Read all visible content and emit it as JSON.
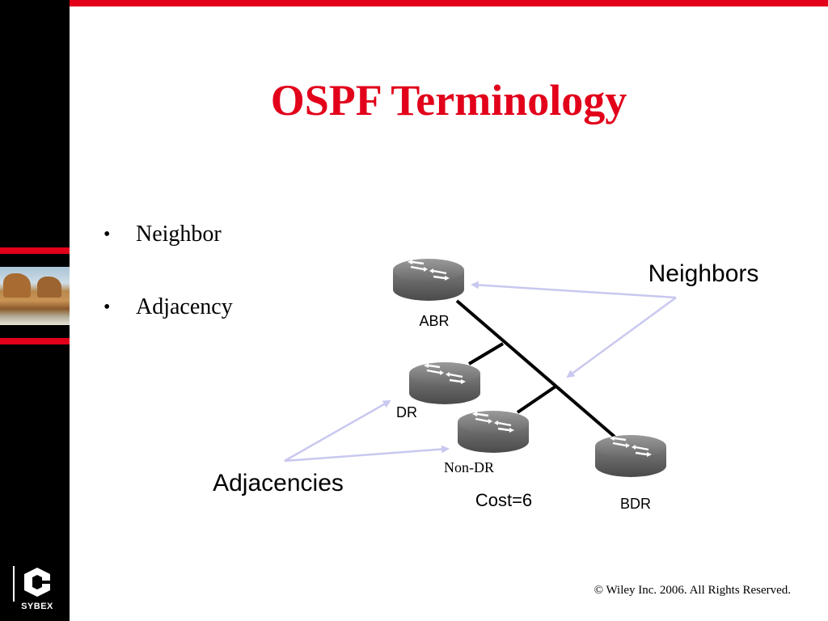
{
  "title": "OSPF Terminology",
  "bullets": [
    "Neighbor",
    "Adjacency"
  ],
  "diagram": {
    "routers": {
      "abr": "ABR",
      "dr": "DR",
      "non_dr": "Non-DR",
      "bdr": "BDR"
    },
    "neighbors_label": "Neighbors",
    "adjacencies_label": "Adjacencies",
    "cost_label": "Cost=6"
  },
  "footer": "© Wiley Inc. 2006. All Rights Reserved.",
  "logo": "SYBEX",
  "colors": {
    "accent": "#e2001a",
    "arrow": "#c8c8f0",
    "router_body": "#6e6e6e"
  }
}
